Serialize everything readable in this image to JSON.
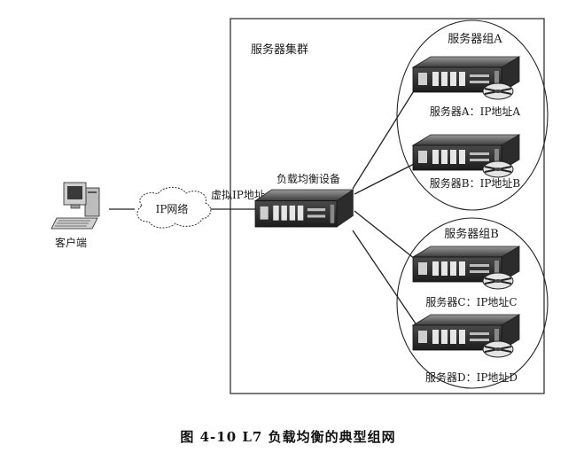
{
  "diagram": {
    "cluster_title": "服务器集群",
    "client_label": "客户端",
    "network_label": "IP网络",
    "virtual_ip_label": "虚拟IP地址",
    "lb_label": "负载均衡设备",
    "groups": [
      {
        "title": "服务器组A",
        "servers": [
          {
            "label": "服务器A：IP地址A"
          },
          {
            "label": "服务器B：IP地址B"
          }
        ]
      },
      {
        "title": "服务器组B",
        "servers": [
          {
            "label": "服务器C：IP地址C"
          },
          {
            "label": "服务器D：IP地址D"
          }
        ]
      }
    ]
  },
  "caption": "图 4-10    L7 负载均衡的典型组网"
}
